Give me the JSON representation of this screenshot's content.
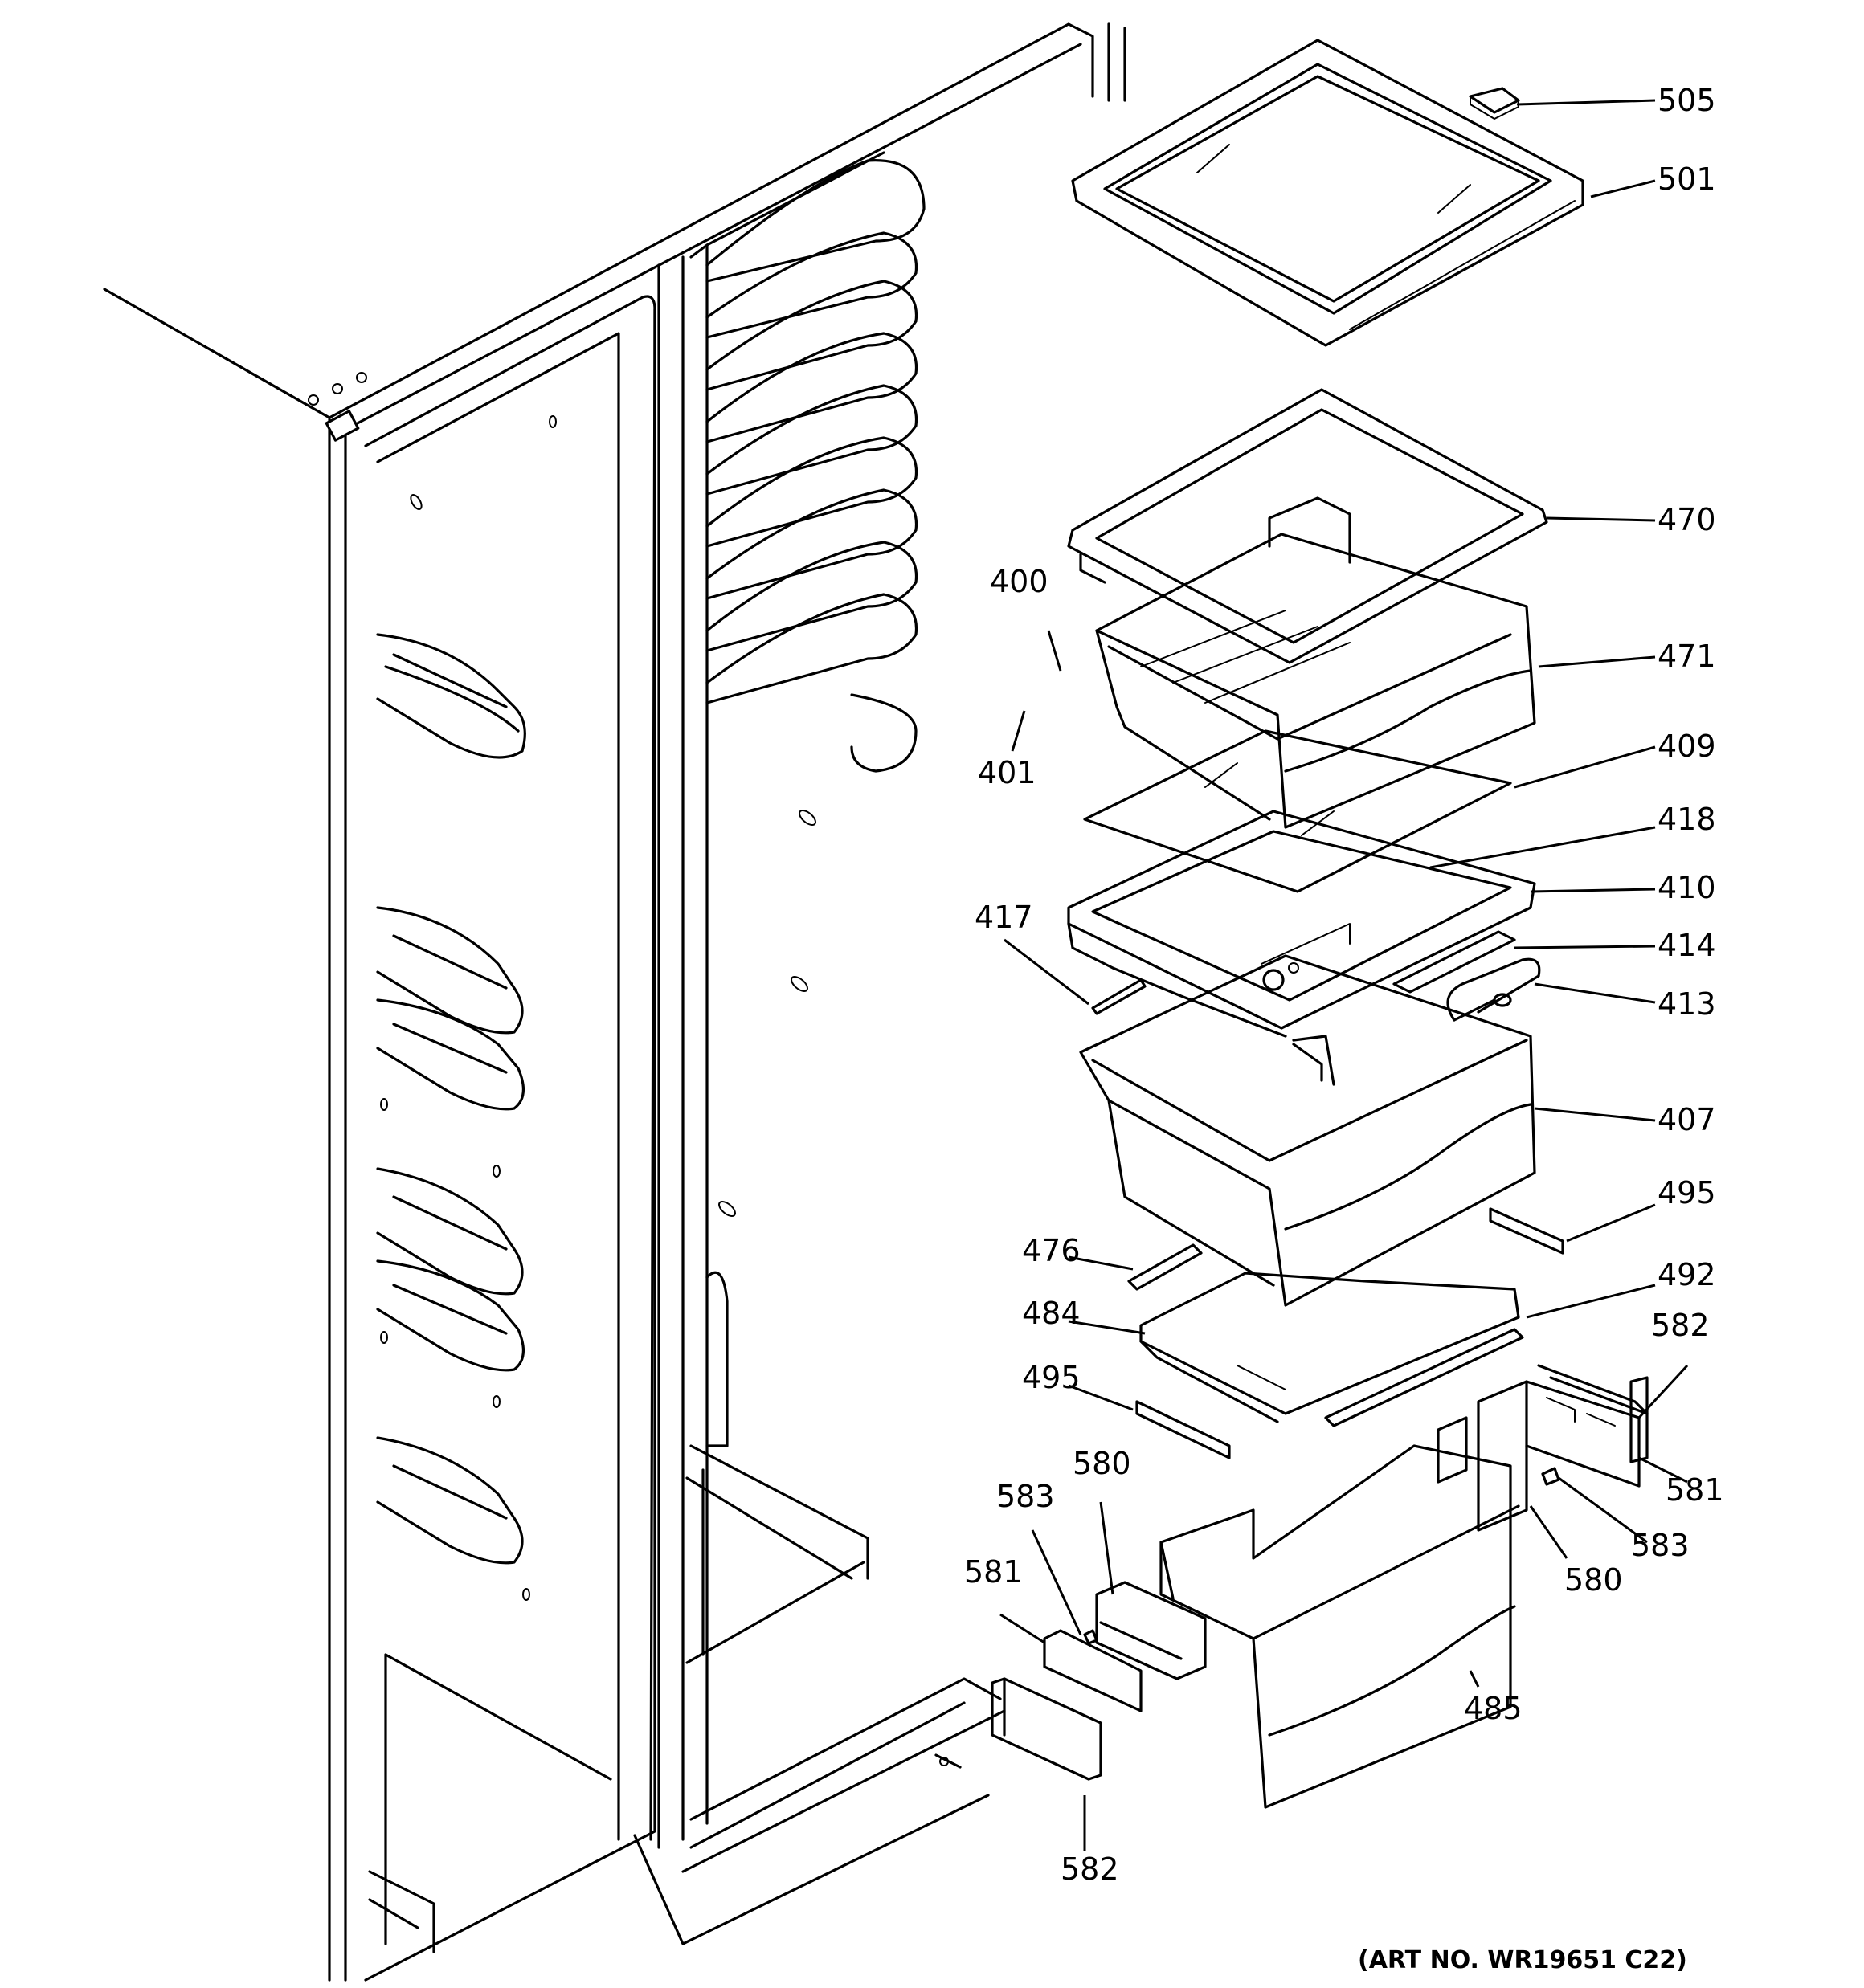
{
  "art_number": "(ART NO. WR19651 C22)",
  "callouts": [
    {
      "id": "505",
      "label": "505"
    },
    {
      "id": "501",
      "label": "501"
    },
    {
      "id": "470",
      "label": "470"
    },
    {
      "id": "471",
      "label": "471"
    },
    {
      "id": "409",
      "label": "409"
    },
    {
      "id": "418",
      "label": "418"
    },
    {
      "id": "410",
      "label": "410"
    },
    {
      "id": "414",
      "label": "414"
    },
    {
      "id": "413",
      "label": "413"
    },
    {
      "id": "407",
      "label": "407"
    },
    {
      "id": "495a",
      "label": "495"
    },
    {
      "id": "492",
      "label": "492"
    },
    {
      "id": "582a",
      "label": "582"
    },
    {
      "id": "581a",
      "label": "581"
    },
    {
      "id": "583a",
      "label": "583"
    },
    {
      "id": "580a",
      "label": "580"
    },
    {
      "id": "400",
      "label": "400"
    },
    {
      "id": "401",
      "label": "401"
    },
    {
      "id": "417",
      "label": "417"
    },
    {
      "id": "476",
      "label": "476"
    },
    {
      "id": "484",
      "label": "484"
    },
    {
      "id": "495b",
      "label": "495"
    },
    {
      "id": "580b",
      "label": "580"
    },
    {
      "id": "583b",
      "label": "583"
    },
    {
      "id": "581b",
      "label": "581"
    },
    {
      "id": "485",
      "label": "485"
    },
    {
      "id": "582b",
      "label": "582"
    }
  ]
}
